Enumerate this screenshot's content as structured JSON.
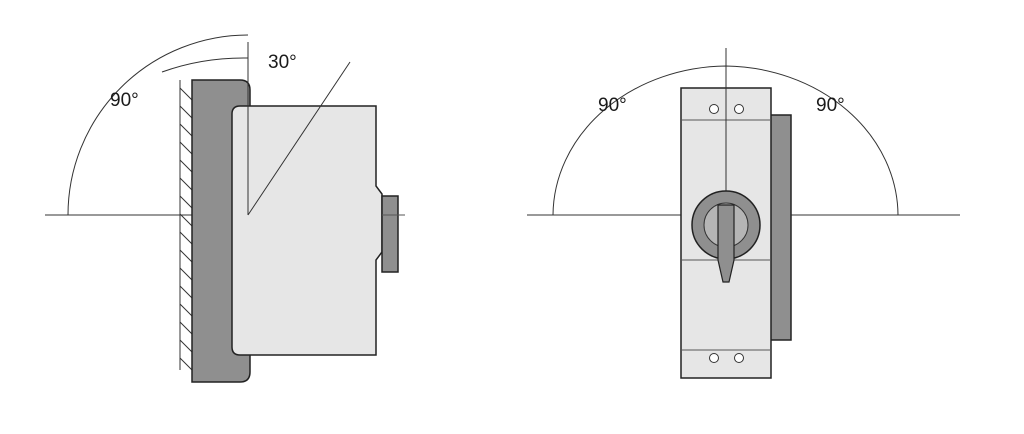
{
  "side_view": {
    "tilt_angle_label": "30°",
    "swing_angle_label": "90°"
  },
  "front_view": {
    "left_angle_label": "90°",
    "right_angle_label": "90°"
  },
  "colors": {
    "line": "#333333",
    "enclosure": "#e6e6e6",
    "mounting_plate": "#8f8f8f",
    "handle": "#8f8f8f"
  }
}
